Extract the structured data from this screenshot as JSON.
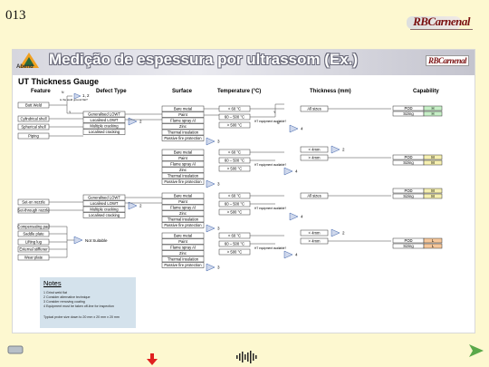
{
  "slide_number": "013",
  "brand_logo": "RBCarnenal",
  "header": {
    "org": "Abend",
    "title": "Medição de espessura por ultrassom (Ex.)"
  },
  "gauge_title": "UT Thickness Gauge",
  "columns": [
    "Feature",
    "Defect Type",
    "Surface",
    "Temperature (°C)",
    "Thickness (mm)",
    "Capability"
  ],
  "features_group1": [
    "Butt Weld",
    "Cylindrical shell",
    "Spherical shell",
    "Piping"
  ],
  "features_group2": [
    "Set-on nozzle",
    "Set-through nozzle"
  ],
  "features_group3": [
    "Compensating pad",
    "Saddle plate",
    "Lifting lug",
    "External stiffener",
    "Wear plate"
  ],
  "defects": [
    "Generalised LOWT",
    "Localised LOWT",
    "Multiple cracking",
    "Localised cracking"
  ],
  "surfaces": [
    "Bare metal",
    "Paint",
    "Flame spray Al",
    "Zinc",
    "Thermal insulation",
    "Passive fire protection"
  ],
  "temps": [
    "< 60 °C",
    "60 – 500 °C",
    "> 500 °C"
  ],
  "temp_note": "HT equipment available?",
  "thickness": [
    "All sizes",
    "< 4mm",
    "> 4mm"
  ],
  "yn": [
    "Y",
    "N"
  ],
  "misc": {
    "to_be_weld": "is the weld ground flat?",
    "not_suitable": "Not Suitable",
    "one_two": "1, 2"
  },
  "refs": [
    "2",
    "3",
    "4"
  ],
  "capability": {
    "pod": "POD",
    "sizing": "Sizing",
    "row1": [
      "H",
      "H"
    ],
    "row2": [
      "M",
      "M"
    ],
    "row3": [
      "M",
      "M"
    ],
    "row4": [
      "L",
      "L"
    ]
  },
  "notes": {
    "title": "Notes",
    "lines": [
      "1      Grind weld flat",
      "2      Consider alternative technique",
      "3      Consider removing coating",
      "4      Equipment must be taken off-line for inspection"
    ],
    "footer": "Typical probe size down to 20 mm x 20 mm x 20 mm"
  },
  "colors": {
    "high": "#c6efc6",
    "med": "#f6f0b0",
    "low": "#f6c79a",
    "arrow": "#3a5fa8"
  }
}
